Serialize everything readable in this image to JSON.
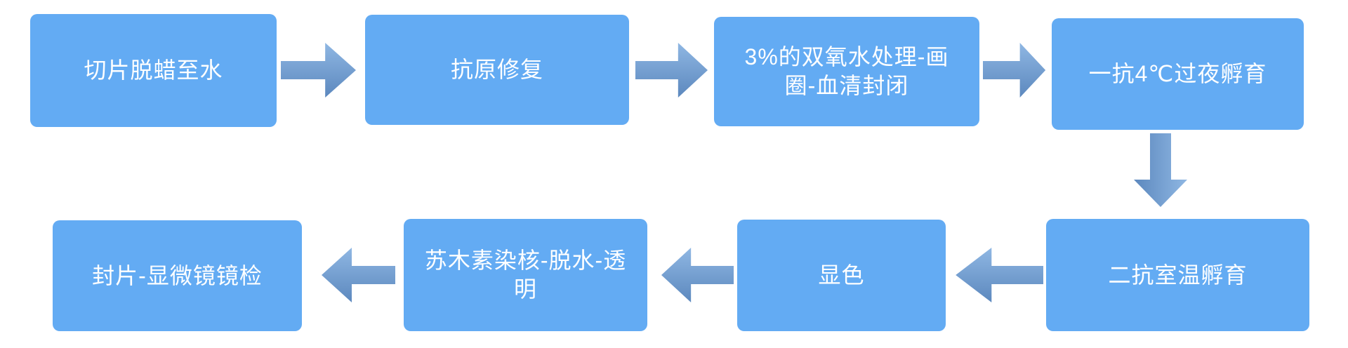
{
  "diagram": {
    "type": "flowchart",
    "subject": "immunohistochemistry-staining-protocol",
    "box_fill_color": "#63ABF3",
    "box_text_color": "#FFFFFF",
    "arrow_light_color": "#8FB7E3",
    "arrow_dark_color": "#5C88BE",
    "background_color": "#FFFFFF",
    "steps": [
      {
        "label": "切片脱蜡至水"
      },
      {
        "label": "抗原修复"
      },
      {
        "label": "3%的双氧水处理-画圈-血清封闭"
      },
      {
        "label": "一抗4℃过夜孵育"
      },
      {
        "label": "二抗室温孵育"
      },
      {
        "label": "显色"
      },
      {
        "label": "苏木素染核-脱水-透明"
      },
      {
        "label": "封片-显微镜镜检"
      }
    ],
    "connections": [
      {
        "from": 1,
        "to": 2,
        "direction": "right"
      },
      {
        "from": 2,
        "to": 3,
        "direction": "right"
      },
      {
        "from": 3,
        "to": 4,
        "direction": "right"
      },
      {
        "from": 4,
        "to": 5,
        "direction": "down"
      },
      {
        "from": 5,
        "to": 6,
        "direction": "left"
      },
      {
        "from": 6,
        "to": 7,
        "direction": "left"
      },
      {
        "from": 7,
        "to": 8,
        "direction": "left"
      }
    ]
  }
}
